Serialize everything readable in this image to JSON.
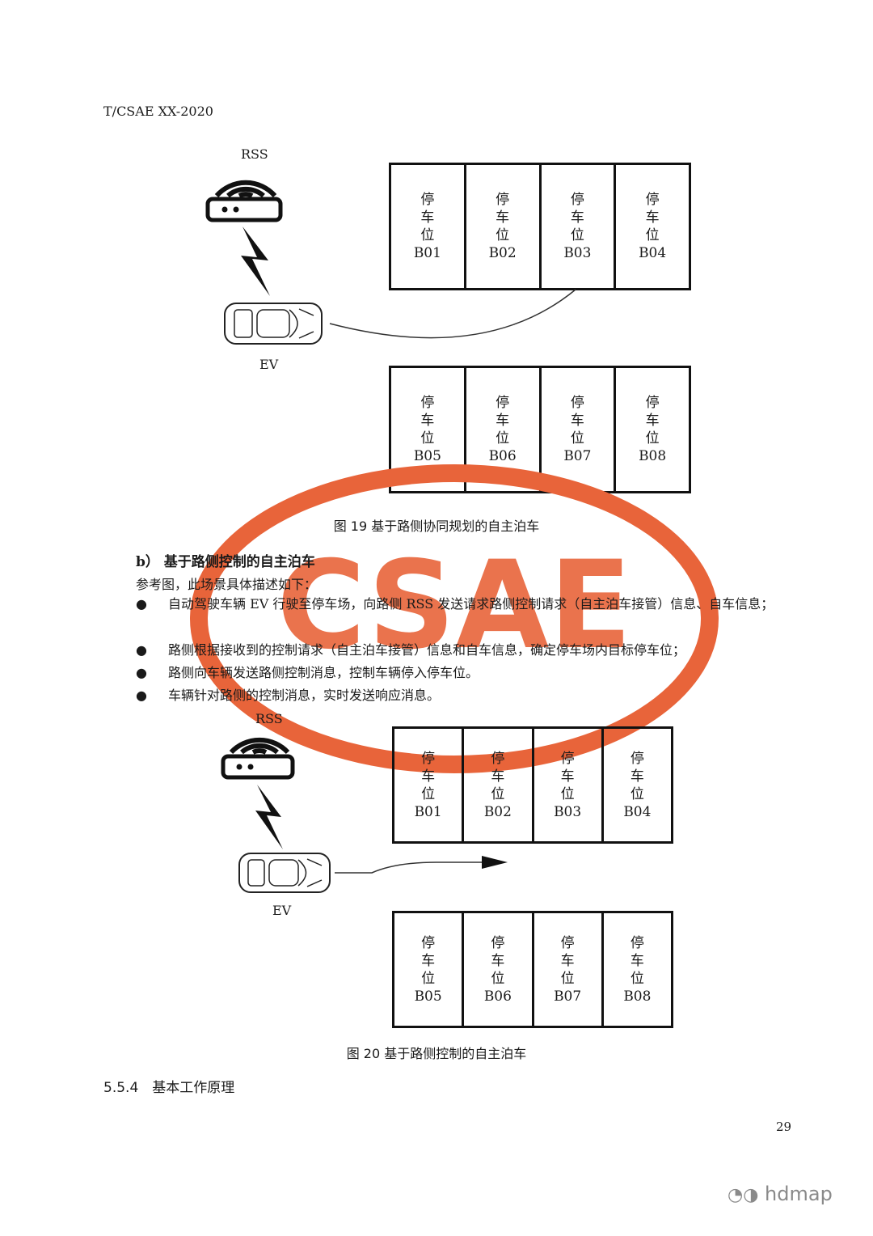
{
  "header": "T/CSAE XX-2020",
  "fig19": {
    "rss_label": "RSS",
    "ev_label": "EV",
    "caption": "图 19 基于路侧协同规划的自主泊车",
    "row1": [
      "B01",
      "B02",
      "B03",
      "B04"
    ],
    "row2": [
      "B05",
      "B06",
      "B07",
      "B08"
    ]
  },
  "slot_chars": [
    "停",
    "车",
    "位"
  ],
  "section_b": {
    "title": "b） 基于路侧控制的自主泊车",
    "intro": "参考图，此场景具体描述如下：",
    "bullet_symbol": "●",
    "bullets": [
      "自动驾驶车辆 EV 行驶至停车场，向路侧 RSS 发送请求路侧控制请求（自主泊车接管）信息、自车信息；",
      "路侧根据接收到的控制请求（自主泊车接管）信息和自车信息，确定停车场内目标停车位；",
      "路侧向车辆发送路侧控制消息，控制车辆停入停车位。",
      "车辆针对路侧的控制消息，实时发送响应消息。"
    ]
  },
  "fig20": {
    "rss_label": "RSS",
    "ev_label": "EV",
    "caption": "图 20 基于路侧控制的自主泊车",
    "row1": [
      "B01",
      "B02",
      "B03",
      "B04"
    ],
    "row2": [
      "B05",
      "B06",
      "B07",
      "B08"
    ]
  },
  "watermark_logo": "CSAE",
  "section_554": "5.5.4　基本工作原理",
  "page_number": "29",
  "corner_watermark": "hdmap",
  "colors": {
    "watermark": "#e8643a",
    "ink": "#111111"
  }
}
